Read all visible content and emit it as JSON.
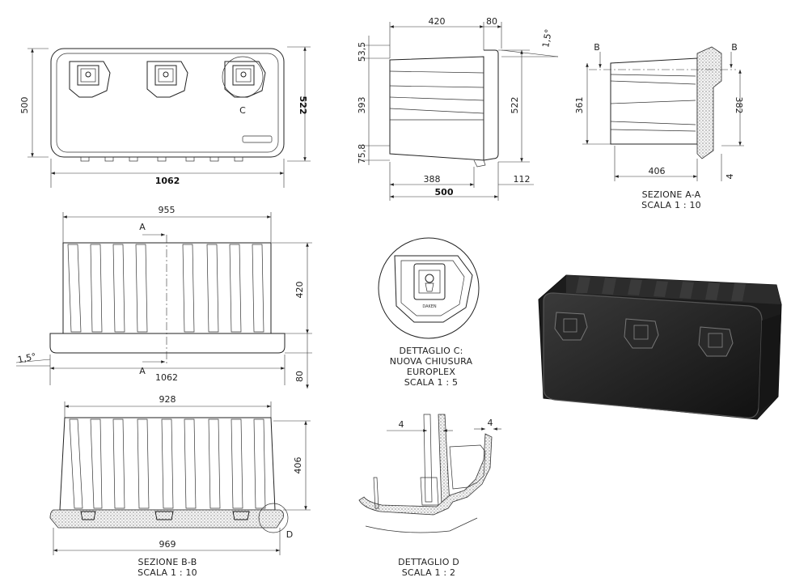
{
  "front_view": {
    "width": "1062",
    "height": "500",
    "height_total": "522",
    "detail_label": "C"
  },
  "side_view": {
    "depth_top": "420",
    "lid": "80",
    "angle": "1,5°",
    "h_top": "53,5",
    "h_mid": "393",
    "h_bottom": "75,8",
    "h_total": "522",
    "depth_inner": "388",
    "depth_total": "500",
    "overhang": "112"
  },
  "section_aa": {
    "arrow_left": "B",
    "arrow_right": "B",
    "h_inner": "361",
    "h_outer": "382",
    "depth": "406",
    "wall": "4",
    "caption_1": "SEZIONE A-A",
    "caption_2": "SCALA 1 : 10"
  },
  "top_view": {
    "width_top": "955",
    "width_bottom": "1062",
    "depth": "420",
    "lid": "80",
    "angle": "1,5°",
    "section_mark_top": "A",
    "section_mark_bottom": "A"
  },
  "detail_c": {
    "caption_1": "DETTAGLIO C:",
    "caption_2": "NUOVA CHIUSURA",
    "caption_3": "EUROPLEX",
    "caption_4": "SCALA 1 : 5",
    "lock_text": "DAKEN"
  },
  "section_bb": {
    "width_top": "928",
    "width_bottom": "969",
    "height": "406",
    "detail_label": "D",
    "caption_1": "SEZIONE B-B",
    "caption_2": "SCALA 1 : 10"
  },
  "detail_d": {
    "wall_left": "4",
    "wall_right": "4",
    "caption_1": "DETTAGLIO D",
    "caption_2": "SCALA 1 : 2"
  },
  "colors": {
    "line": "#222222",
    "box_body": "#1c1c1c",
    "box_highlight": "#3a3a3a"
  }
}
